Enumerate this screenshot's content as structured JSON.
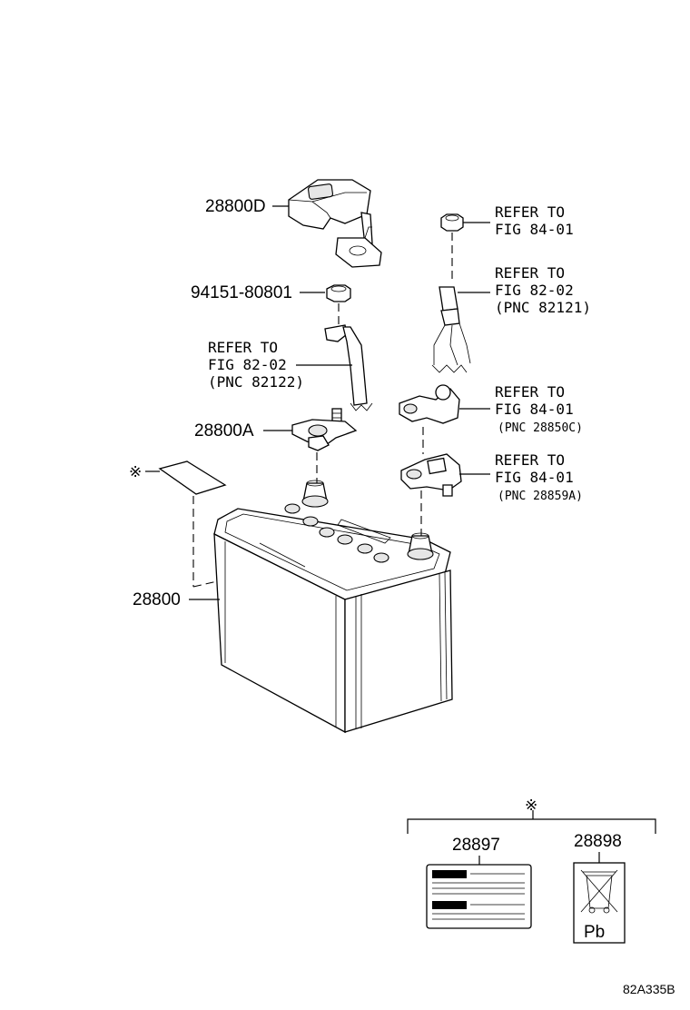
{
  "parts": {
    "cover": "28800D",
    "nut": "94151-80801",
    "clamp": "28800A",
    "battery": "28800",
    "label_caution": "28897",
    "label_recycle": "28898"
  },
  "references": {
    "ref1": {
      "line1": "REFER TO",
      "line2": "FIG 84-01"
    },
    "ref2": {
      "line1": "REFER TO",
      "line2": "FIG 82-02",
      "line3": "(PNC 82121)"
    },
    "ref3": {
      "line1": "REFER TO",
      "line2": "FIG 82-02",
      "line3": "(PNC 82122)"
    },
    "ref4": {
      "line1": "REFER TO",
      "line2": "FIG 84-01",
      "line3": "(PNC 28850C)"
    },
    "ref5": {
      "line1": "REFER TO",
      "line2": "FIG 84-01",
      "line3": "(PNC 28859A)"
    }
  },
  "marks": {
    "note_symbol_left": "※",
    "note_symbol_bottom": "※",
    "lead_symbol": "Pb"
  },
  "figure_code": "82A335B"
}
